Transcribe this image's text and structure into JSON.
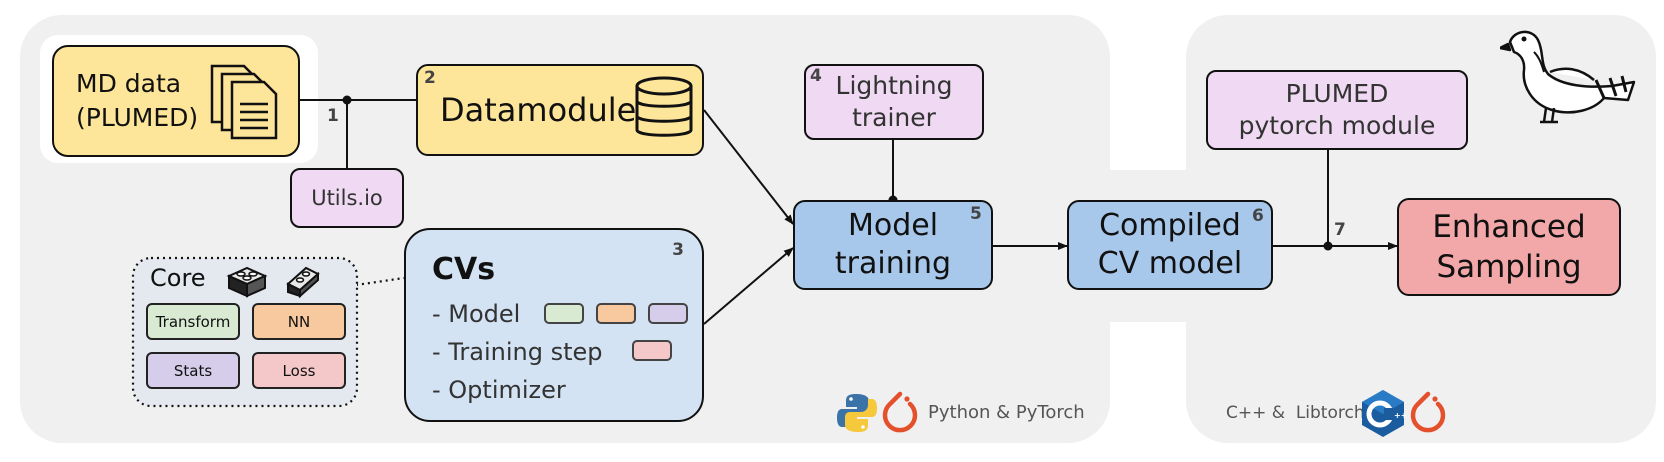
{
  "colors": {
    "panel": "#f0f0f0",
    "yellow": "#fde59a",
    "lilac": "#f0d9f2",
    "blue_box": "#a8c8eb",
    "cv_box": "#d4e3f3",
    "red_box": "#f2a7a8",
    "chip_green": "#d9ead3",
    "chip_orange": "#f8c89f",
    "chip_purple": "#d5cde9",
    "chip_pink": "#f4c7c9"
  },
  "nodes": {
    "md_data": {
      "line1": "MD data",
      "line2": "(PLUMED)",
      "icon": "documents-icon"
    },
    "datamodule": {
      "number": "2",
      "label": "Datamodule",
      "icon": "database-icon"
    },
    "utils": {
      "label": "Utils.io"
    },
    "lightning": {
      "number": "4",
      "line1": "Lightning",
      "line2": "trainer"
    },
    "model_training": {
      "number": "5",
      "line1": "Model",
      "line2": "training"
    },
    "compiled": {
      "number": "6",
      "line1": "Compiled",
      "line2": "CV model"
    },
    "plumed_module": {
      "line1": "PLUMED",
      "line2": "pytorch module"
    },
    "enhanced": {
      "line1": "Enhanced",
      "line2": "Sampling"
    },
    "cvs": {
      "number": "3",
      "title": "CVs",
      "items": [
        "- Model",
        "- Training step",
        "- Optimizer"
      ]
    },
    "core": {
      "title": "Core",
      "icons": [
        "lego-brick-icon",
        "lego-brick-icon"
      ],
      "chips": [
        "Transform",
        "NN",
        "Stats",
        "Loss"
      ]
    }
  },
  "edge_labels": {
    "one": "1",
    "seven": "7"
  },
  "footer": {
    "python_label": "Python & PyTorch",
    "python_icons": [
      "python-logo-icon",
      "pytorch-logo-icon"
    ],
    "cpp_label": "C++ &  Libtorch",
    "cpp_icons": [
      "cpp-logo-icon",
      "pytorch-logo-icon"
    ]
  },
  "decor": {
    "mascot": "pigeon-icon"
  }
}
